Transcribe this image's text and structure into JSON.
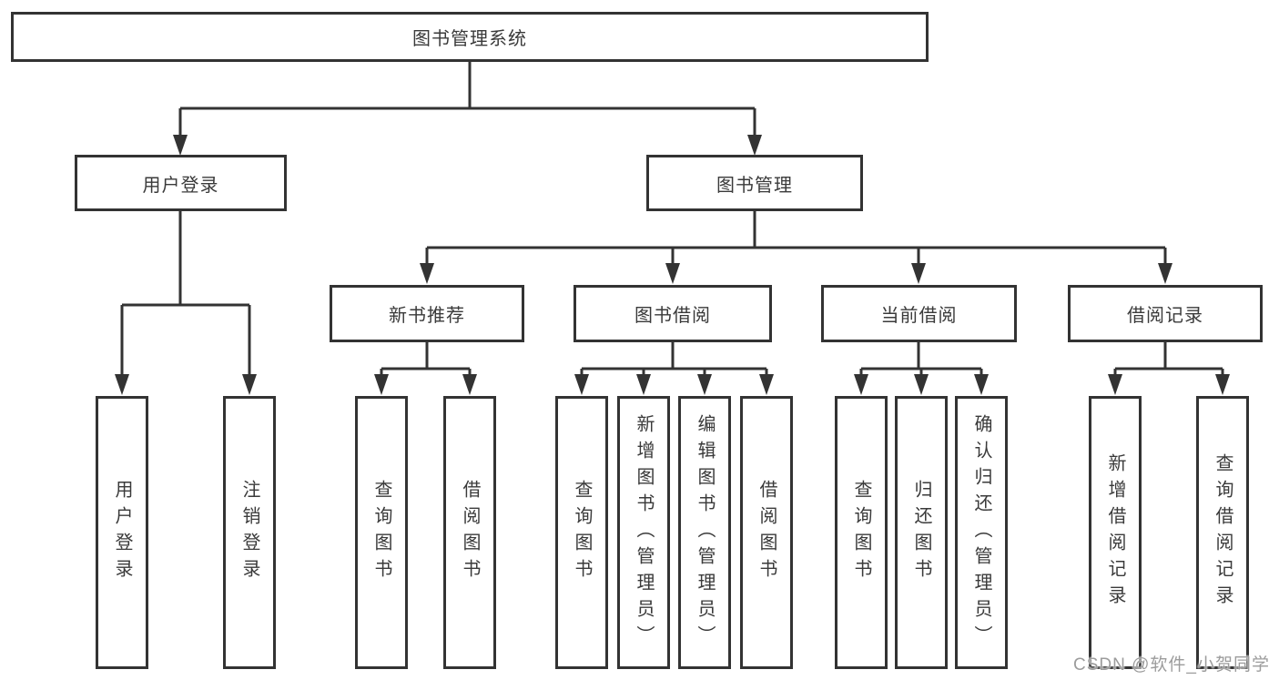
{
  "colors": {
    "line": "#333333",
    "box_border": "#333333",
    "text": "#3a3a3a",
    "watermark": "#9c9c9c",
    "background": "#ffffff"
  },
  "tree": {
    "root": {
      "label": "图书管理系统",
      "children": [
        {
          "label": "用户登录",
          "children": [
            {
              "label": "用户登录"
            },
            {
              "label": "注销登录"
            }
          ]
        },
        {
          "label": "图书管理",
          "children": [
            {
              "label": "新书推荐",
              "children": [
                {
                  "label": "查询图书"
                },
                {
                  "label": "借阅图书"
                }
              ]
            },
            {
              "label": "图书借阅",
              "children": [
                {
                  "label": "查询图书"
                },
                {
                  "label": "新增图书（管理员）"
                },
                {
                  "label": "编辑图书（管理员）"
                },
                {
                  "label": "借阅图书"
                }
              ]
            },
            {
              "label": "当前借阅",
              "children": [
                {
                  "label": "查询图书"
                },
                {
                  "label": "归还图书"
                },
                {
                  "label": "确认归还（管理员）"
                }
              ]
            },
            {
              "label": "借阅记录",
              "children": [
                {
                  "label": "新增借阅记录"
                },
                {
                  "label": "查询借阅记录"
                }
              ]
            }
          ]
        }
      ]
    }
  },
  "watermark": {
    "text": "CSDN @软件_小贺同学"
  }
}
